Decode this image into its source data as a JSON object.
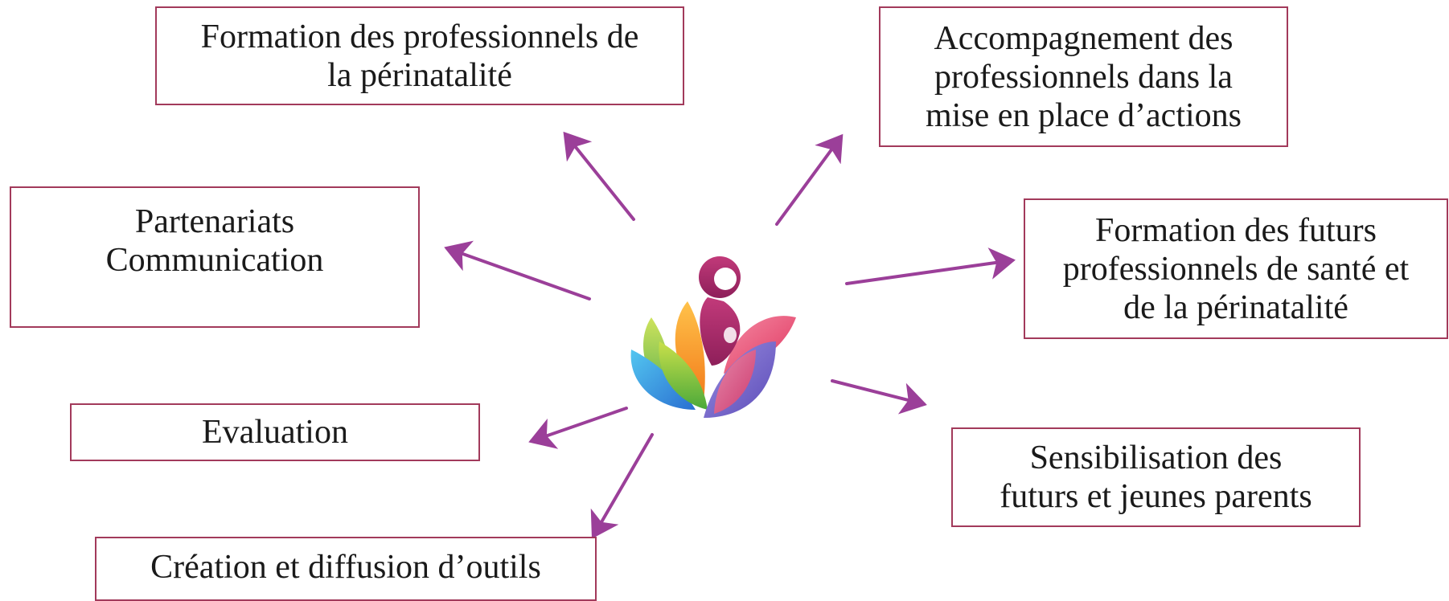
{
  "boxes": {
    "formation_professionnels": {
      "lines": [
        "Formation des professionnels de",
        "la périnatalité"
      ]
    },
    "accompagnement": {
      "lines": [
        "Accompagnement des",
        "professionnels dans la",
        "mise en place d’actions"
      ]
    },
    "partenariats": {
      "lines": [
        "Partenariats",
        "Communication"
      ]
    },
    "formation_futurs": {
      "lines": [
        "Formation des futurs",
        "professionnels de santé et",
        "de la périnatalité"
      ]
    },
    "evaluation": {
      "lines": [
        "Evaluation"
      ]
    },
    "sensibilisation": {
      "lines": [
        "Sensibilisation des",
        "futurs et jeunes parents"
      ]
    },
    "outils": {
      "lines": [
        "Création et diffusion d’outils"
      ]
    }
  },
  "colors": {
    "box_border": "#a23a5b",
    "arrow": "#9b3f99"
  },
  "icons": {
    "center_logo": "perinatal-woman-petals-logo"
  }
}
